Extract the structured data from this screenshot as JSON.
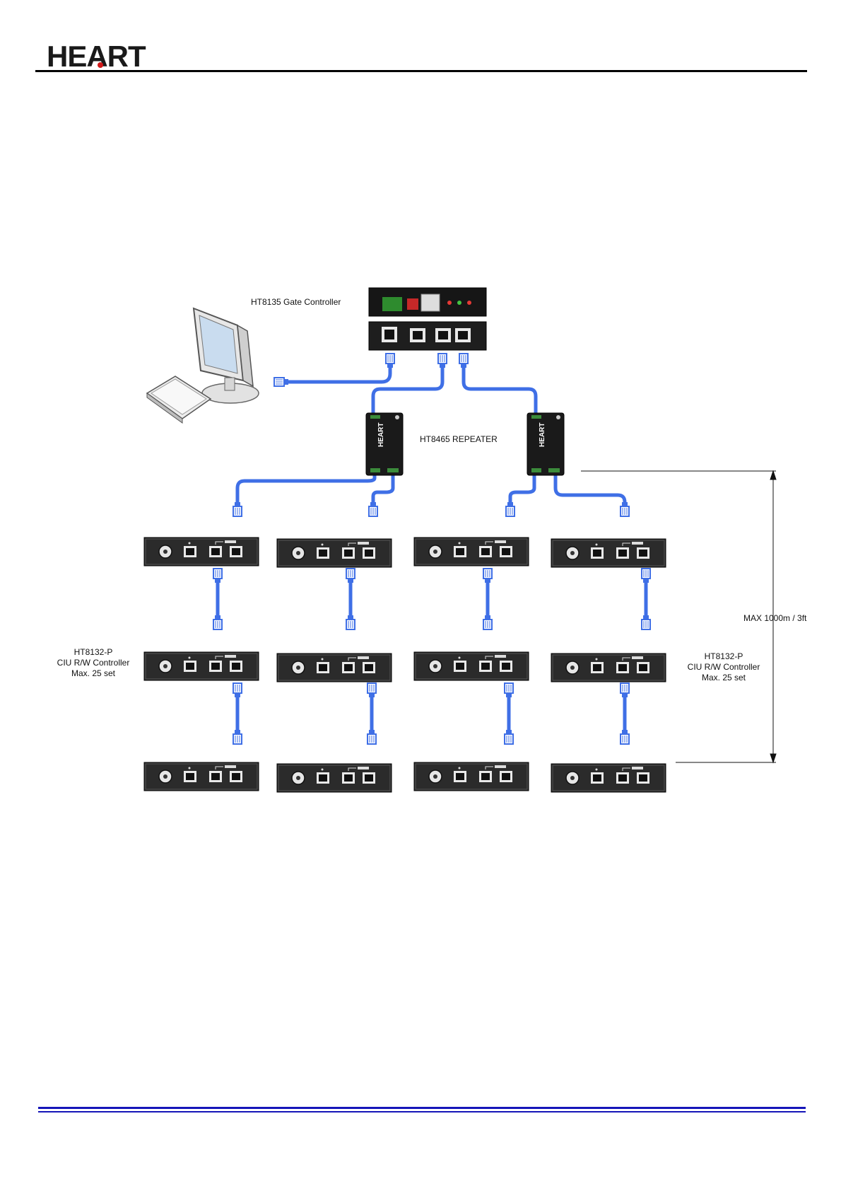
{
  "header": {
    "logo_text": "HEART"
  },
  "diagram": {
    "gate_controller_label": "HT8135 Gate Controller",
    "repeater_label": "HT8465 REPEATER",
    "left_group_label": [
      "HT8132-P",
      "CIU R/W Controller",
      "Max. 25 set"
    ],
    "right_group_label": [
      "HT8132-P",
      "CIU R/W Controller",
      "Max. 25 set"
    ],
    "distance_label": "MAX 1000m / 3ft"
  },
  "colors": {
    "cable": "#3f6fe6",
    "device": "#2a2a2a",
    "rule_blue": "#1515b8"
  }
}
